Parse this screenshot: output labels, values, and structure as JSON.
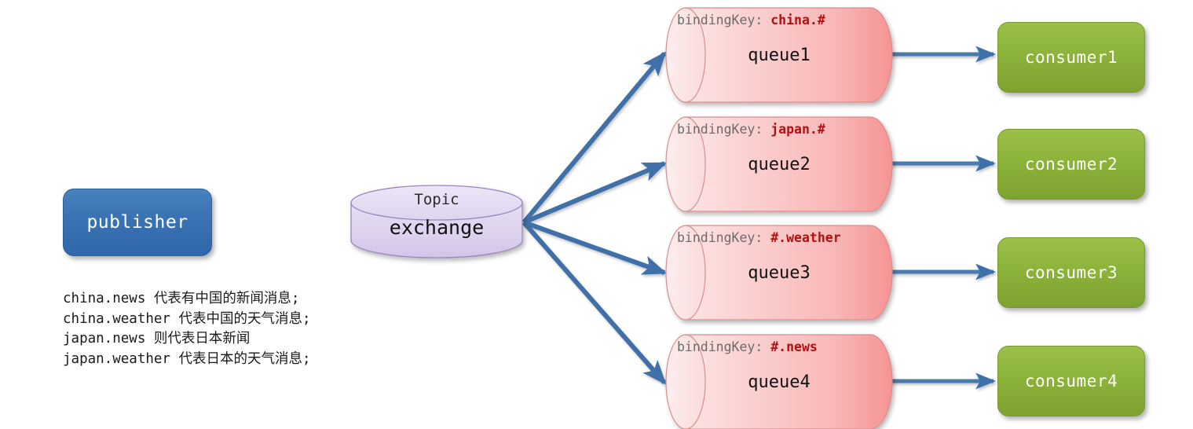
{
  "diagram": {
    "title": "RabbitMQ Topic Exchange routing diagram",
    "colors": {
      "publisher_blue": "#3b74b4",
      "consumer_green": "#8cb33a",
      "exchange_purple": "#d9cdea",
      "queue_pink": "#f9c4c4",
      "arrow_blue": "#4a7ab0",
      "binding_value_red": "#b40f0f",
      "binding_label_gray": "#6b6b6b"
    }
  },
  "publisher": {
    "label": "publisher"
  },
  "exchange": {
    "type_label": "Topic",
    "name": "exchange"
  },
  "queues": [
    {
      "binding_label": "bindingKey:",
      "binding_value": "china.#",
      "name": "queue1"
    },
    {
      "binding_label": "bindingKey:",
      "binding_value": "japan.#",
      "name": "queue2"
    },
    {
      "binding_label": "bindingKey:",
      "binding_value": "#.weather",
      "name": "queue3"
    },
    {
      "binding_label": "bindingKey:",
      "binding_value": "#.news",
      "name": "queue4"
    }
  ],
  "consumers": [
    {
      "label": "consumer1"
    },
    {
      "label": "consumer2"
    },
    {
      "label": "consumer3"
    },
    {
      "label": "consumer4"
    }
  ],
  "legend": {
    "lines": [
      "china.news  代表有中国的新闻消息;",
      "china.weather  代表中国的天气消息;",
      "japan.news  则代表日本新闻",
      "japan.weather  代表日本的天气消息;"
    ]
  }
}
